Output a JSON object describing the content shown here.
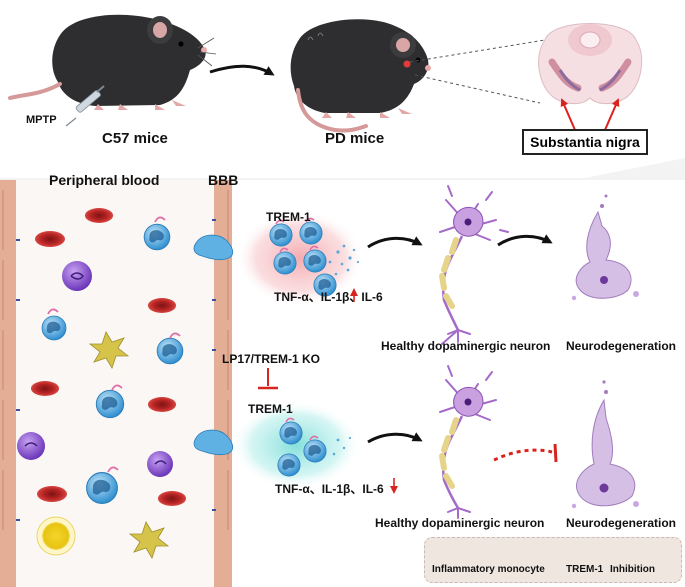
{
  "labels": {
    "mptp": "MPTP",
    "c57": "C57 mice",
    "pd": "PD mice",
    "substantia_nigra": "Substantia nigra",
    "peripheral_blood": "Peripheral blood",
    "bbb": "BBB",
    "trem1_top": "TREM-1",
    "cytokines_top": "TNF-α、IL-1β、IL-6",
    "healthy_top": "Healthy dopaminergic neuron",
    "neurodeg_top": "Neurodegeneration",
    "lp17": "LP17/TREM-1 KO",
    "trem1_bottom": "TREM-1",
    "cytokines_bottom": "TNF-α、IL-1β、IL-6",
    "healthy_bottom": "Healthy dopaminergic neuron",
    "neurodeg_bottom": "Neurodegeneration"
  },
  "legend": {
    "monocyte": "Inflammatory monocyte",
    "trem1": "TREM-1",
    "inhibition": "Inhibition"
  },
  "colors": {
    "mouse": "#2e2e30",
    "rbc": "#c8302f",
    "monocyte": "#3f9bd6",
    "trem1": "#e06fa6",
    "arrow_up": "#d8241f",
    "inhibit": "#d8241f",
    "neuron": "#a56bc9",
    "vessel_wall": "#e0a78e",
    "inflammation_halo": "#f6b3b8",
    "inhibited_halo": "#8fe3e0"
  },
  "icons": [
    "mouse",
    "syringe",
    "brain-section",
    "red-blood-cell",
    "monocyte",
    "lymphocyte",
    "platelet",
    "neuron",
    "degenerating-neuron"
  ]
}
